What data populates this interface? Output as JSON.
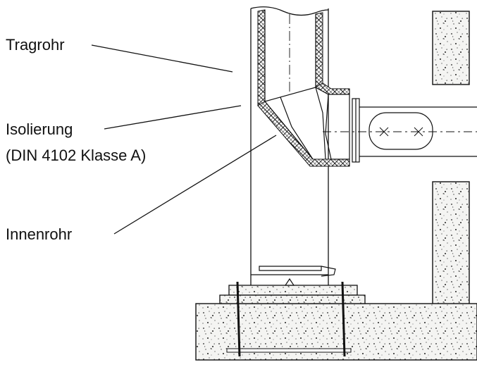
{
  "diagram": {
    "labels": {
      "tragrohr": "Tragrohr",
      "isolierung": "Isolierung",
      "isolierung_class": "(DIN 4102 Klasse A)",
      "innenrohr": "Innenrohr"
    },
    "colors": {
      "ink": "#111111",
      "concrete": "#f4f4f2",
      "insulation": "#ffffff"
    }
  }
}
